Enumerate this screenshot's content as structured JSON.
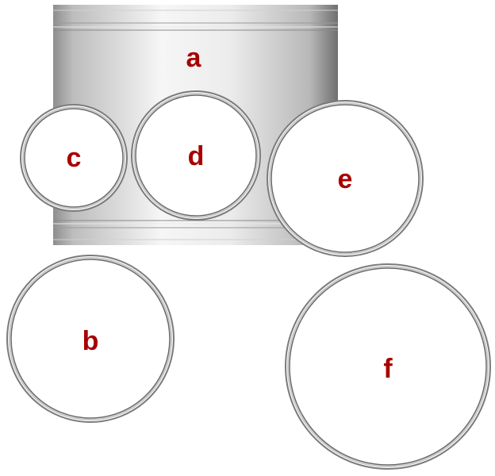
{
  "drum_shell": {
    "label": "a"
  },
  "drums": {
    "b": {
      "label": "b"
    },
    "c": {
      "label": "c"
    },
    "d": {
      "label": "d"
    },
    "e": {
      "label": "e"
    },
    "f": {
      "label": "f"
    }
  },
  "colors": {
    "label": "#a80000",
    "rim": "#8a8a8a",
    "shell_light": "#f2f2f2",
    "shell_dark": "#7c7c7c"
  }
}
